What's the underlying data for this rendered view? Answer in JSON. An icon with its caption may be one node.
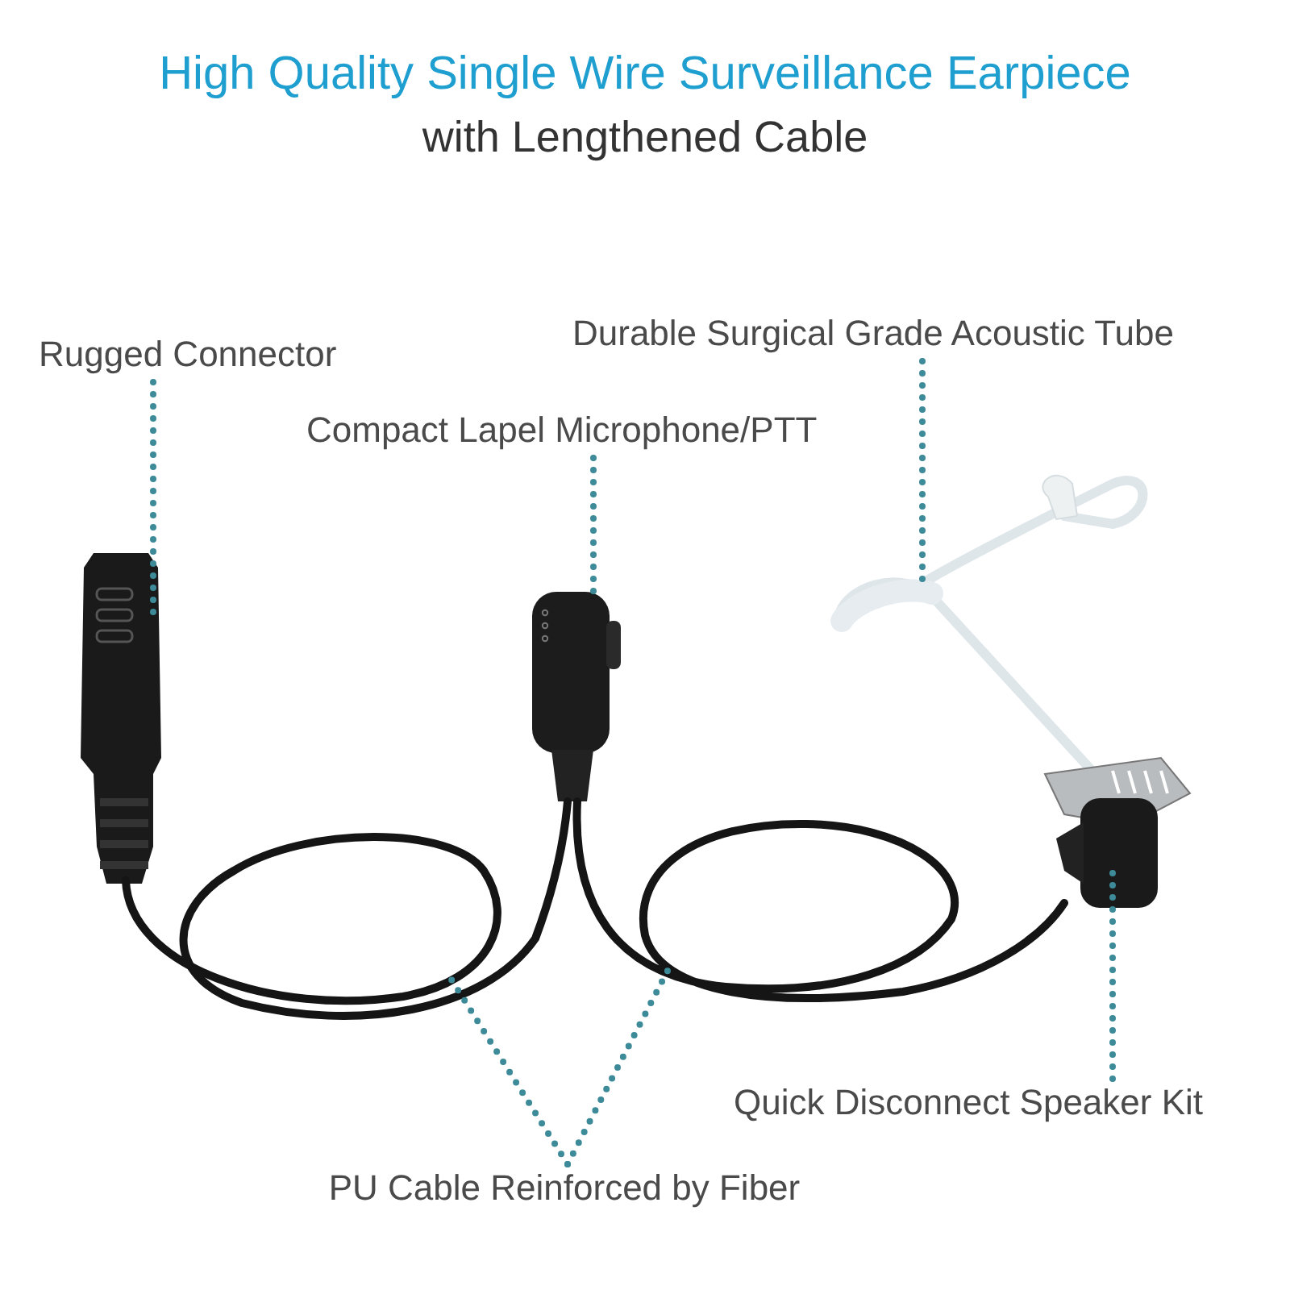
{
  "diagram": {
    "title": "High Quality Single Wire Surveillance Earpiece",
    "nodes": [
      {
        "text": [
          "Rugged Connector"
        ]
      },
      {
        "text": [
          "Compact Lapel Microphone/PTT"
        ]
      },
      {
        "text": [
          "Durable Surgical Grade Acoustic Tube"
        ]
      },
      {
        "text": [
          "Quick Disconnect Speaker Kit"
        ]
      },
      {
        "text": [
          "PU Cable Reinforced by Fiber"
        ]
      },
      {
        "text": [],
        "shape": "picture"
      },
      {
        "text": [],
        "shape": "picture"
      },
      {
        "text": [],
        "shape": "picture"
      },
      {
        "text": [],
        "shape": "picture"
      },
      {
        "text": [],
        "shape": "picture"
      },
      {
        "text": [],
        "shape": "picture"
      }
    ],
    "edges": [
      {
        "from": 0,
        "to": 5,
        "arrow": "none"
      },
      {
        "from": 1,
        "to": 6,
        "arrow": "none"
      },
      {
        "from": 2,
        "to": 7,
        "arrow": "none"
      },
      {
        "from": 3,
        "to": 8,
        "arrow": "none"
      },
      {
        "from": 4,
        "to": 9,
        "arrow": "none"
      },
      {
        "from": 4,
        "to": 10,
        "arrow": "none"
      }
    ],
    "labels": [
      "with Lengthened Cable"
    ]
  }
}
